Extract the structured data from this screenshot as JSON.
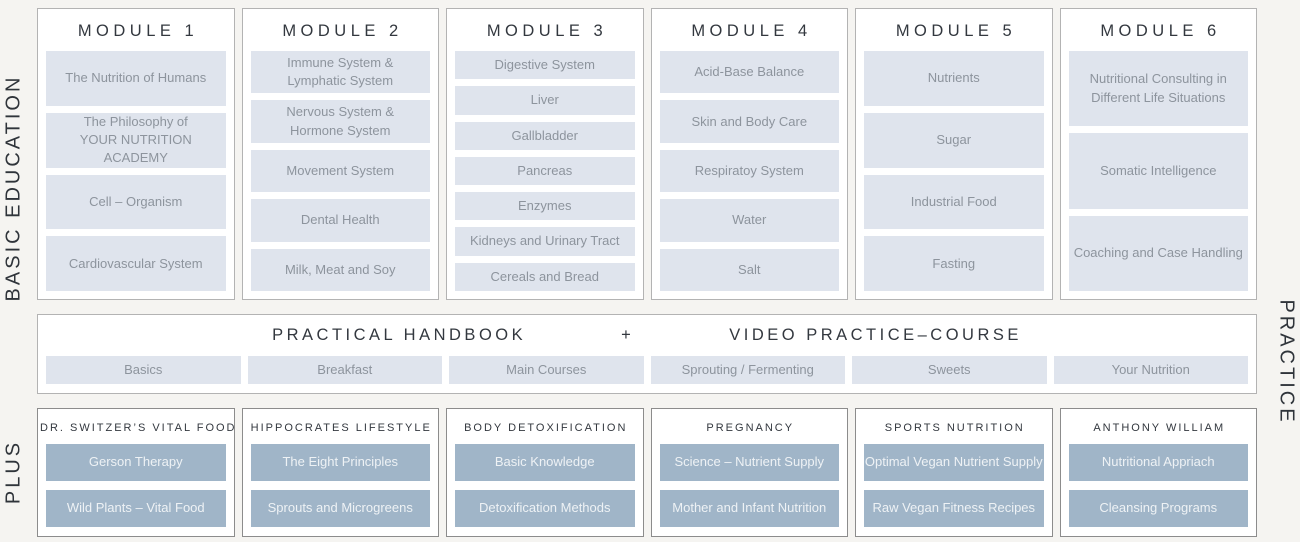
{
  "labels": {
    "basic_education": "BASIC EDUCATION",
    "plus": "PLUS",
    "practice": "PRACTICE"
  },
  "modules": [
    {
      "title": "MODULE 1",
      "items": [
        "The Nutrition of Humans",
        "The Philosophy of\nYOUR NUTRITION ACADEMY",
        "Cell – Organism",
        "Cardiovascular System"
      ]
    },
    {
      "title": "MODULE 2",
      "items": [
        "Immune System &\nLymphatic System",
        "Nervous System &\nHormone System",
        "Movement System",
        "Dental Health",
        "Milk, Meat and Soy"
      ]
    },
    {
      "title": "MODULE 3",
      "items": [
        "Digestive System",
        "Liver",
        "Gallbladder",
        "Pancreas",
        "Enzymes",
        "Kidneys  and Urinary Tract",
        "Cereals and Bread"
      ]
    },
    {
      "title": "MODULE 4",
      "items": [
        "Acid-Base Balance",
        "Skin and Body Care",
        "Respiratoy System",
        "Water",
        "Salt"
      ]
    },
    {
      "title": "MODULE 5",
      "items": [
        "Nutrients",
        "Sugar",
        "Industrial Food",
        "Fasting"
      ]
    },
    {
      "title": "MODULE 6",
      "items": [
        "Nutritional Consulting in\nDifferent Life Situations",
        "Somatic Intelligence",
        "Coaching and Case Handling"
      ]
    }
  ],
  "practice_band": {
    "handbook_title": "PRACTICAL HANDBOOK",
    "plus_sign": "+",
    "video_title": "VIDEO PRACTICE–COURSE",
    "items": [
      "Basics",
      "Breakfast",
      "Main Courses",
      "Sprouting / Fermenting",
      "Sweets",
      "Your Nutrition"
    ]
  },
  "plus_boxes": [
    {
      "title": "DR. SWITZER’S VITAL FOOD",
      "items": [
        "Gerson Therapy",
        "Wild Plants – Vital Food"
      ]
    },
    {
      "title": "HIPPOCRATES LIFESTYLE",
      "items": [
        "The Eight Principles",
        "Sprouts and Microgreens"
      ]
    },
    {
      "title": "BODY DETOXIFICATION",
      "items": [
        "Basic Knowledge",
        "Detoxification Methods"
      ]
    },
    {
      "title": "PREGNANCY",
      "items": [
        "Science – Nutrient Supply",
        "Mother and Infant Nutrition"
      ]
    },
    {
      "title": "SPORTS NUTRITION",
      "items": [
        "Optimal Vegan Nutrient Supply",
        "Raw Vegan Fitness Recipes"
      ]
    },
    {
      "title": "ANTHONY WILLIAM",
      "items": [
        "Nutritional Appriach",
        "Cleansing Programs"
      ]
    }
  ],
  "colors": {
    "background": "#f5f4f1",
    "box_background": "#ffffff",
    "module_border": "#b3b3b3",
    "plus_box_border": "#8c8c8c",
    "light_pill_background": "#dfe4ed",
    "light_pill_text": "#8d949d",
    "dark_pill_background": "#a0b5c8",
    "dark_pill_text": "#eef2f5",
    "heading_text": "#33383f"
  }
}
